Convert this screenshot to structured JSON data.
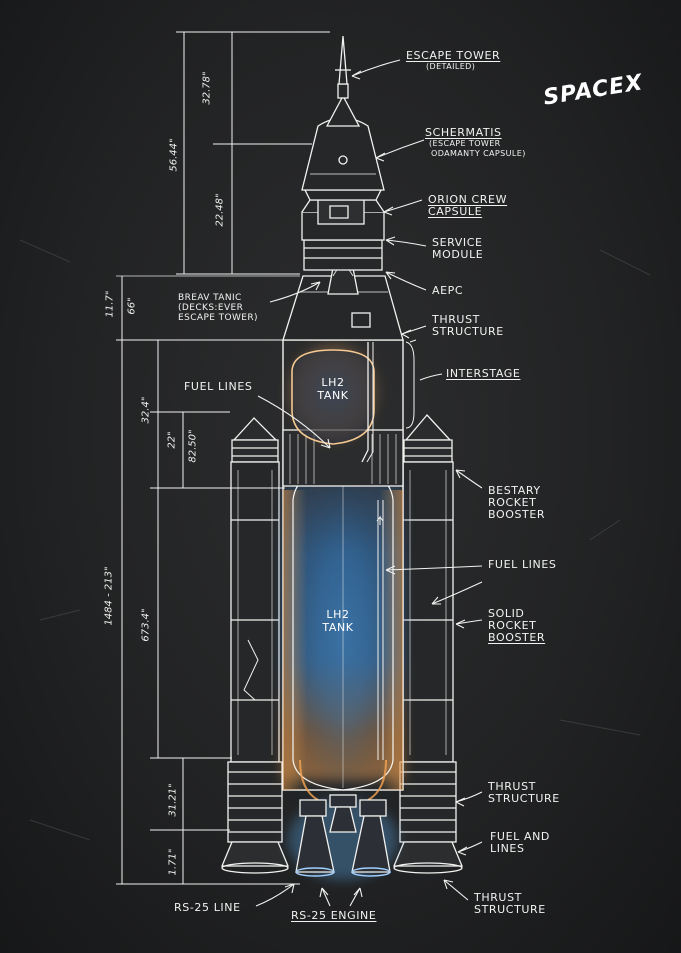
{
  "brand": {
    "logo": "SPACEX"
  },
  "colors": {
    "chalk": "#f2f2f0",
    "glow_blue": "#5aa8e8",
    "glow_orange": "#f0a050",
    "board": "#232425"
  },
  "tanks": {
    "upper": {
      "line1": "LH2",
      "line2": "TANK"
    },
    "lower": {
      "line1": "LH2",
      "line2": "TANK"
    }
  },
  "callouts": {
    "escape_tower": {
      "title": "ESCAPE TOWER",
      "sub": "(DETAILED)"
    },
    "schermatis": {
      "title": "SCHERMATIS",
      "sub1": "(ESCAPE TOWER",
      "sub2": "ODAMANTY CAPSULE)"
    },
    "orion": {
      "line1": "ORION CREW",
      "line2": "CAPSULE"
    },
    "service_module": {
      "line1": "SERVICE",
      "line2": "MODULE"
    },
    "aepc": "AEPC",
    "thrust_structure_top": {
      "line1": "THRUST",
      "line2": "STRUCTURE"
    },
    "interstage": "INTERSTAGE",
    "breav": {
      "line1": "BREAV TANIC",
      "line2": "(DECKS:EVER",
      "line3": "ESCAPE TOWER)"
    },
    "fuel_lines_left": "FUEL LINES",
    "bestary": {
      "line1": "BESTARY",
      "line2": "ROCKET",
      "line3": "BOOSTER"
    },
    "fuel_lines_right": "FUEL LINES",
    "solid_booster": {
      "line1": "SOLID",
      "line2": "ROCKET",
      "line3": "BOOSTER"
    },
    "thrust_structure_mid": {
      "line1": "THRUST",
      "line2": "STRUCTURE"
    },
    "fuel_and_lines": {
      "line1": "FUEL AND",
      "line2": "LINES"
    },
    "thrust_structure_bottom": {
      "line1": "THRUST",
      "line2": "STRUCTURE"
    },
    "rs25_line": "RS-25 LINE",
    "rs25_engine": "RS-25 ENGINE"
  },
  "dimensions": {
    "d1": "32.78\"",
    "d2": "56.44\"",
    "d3": "22.48\"",
    "d4": "11.7\"",
    "d5": "66\"",
    "d6": "32.4\"",
    "d7": "22\"",
    "d8": "82.50\"",
    "d9": "1484 - 213\"",
    "d10": "673.4\"",
    "d11": "31.21\"",
    "d12": "1.71\""
  }
}
